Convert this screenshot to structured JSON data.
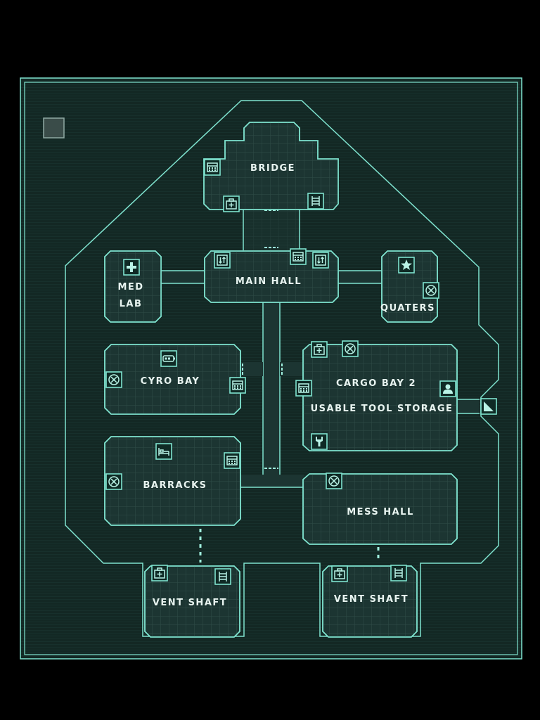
{
  "map": {
    "colors": {
      "background": "#000000",
      "panel": "#142a26",
      "room_fill": "#1c3532",
      "wall": "#7fe3cf",
      "grid": "#2c4a45",
      "text": "#e8f4f0"
    },
    "rooms": [
      {
        "id": "bridge",
        "label": "BRIDGE"
      },
      {
        "id": "main-hall",
        "label": "MAIN HALL"
      },
      {
        "id": "med-lab",
        "label_line1": "MED",
        "label_line2": "LAB"
      },
      {
        "id": "quarters",
        "label": "QUATERS"
      },
      {
        "id": "cyro-bay",
        "label": "CYRO BAY"
      },
      {
        "id": "cargo-bay",
        "label": "CARGO BAY 2",
        "sublabel": "USABLE TOOL STORAGE"
      },
      {
        "id": "barracks",
        "label": "BARRACKS"
      },
      {
        "id": "mess-hall",
        "label": "MESS HALL"
      },
      {
        "id": "vent-shaft-left",
        "label": "VENT SHAFT"
      },
      {
        "id": "vent-shaft-right",
        "label": "VENT SHAFT"
      }
    ],
    "icons": [
      "computer-terminal-icon",
      "medkit-icon",
      "ladder-icon",
      "elevator-icon",
      "first-aid-icon",
      "star-icon",
      "vent-fan-icon",
      "battery-icon",
      "person-icon",
      "wrench-icon",
      "bed-icon",
      "exit-ramp-icon"
    ]
  }
}
